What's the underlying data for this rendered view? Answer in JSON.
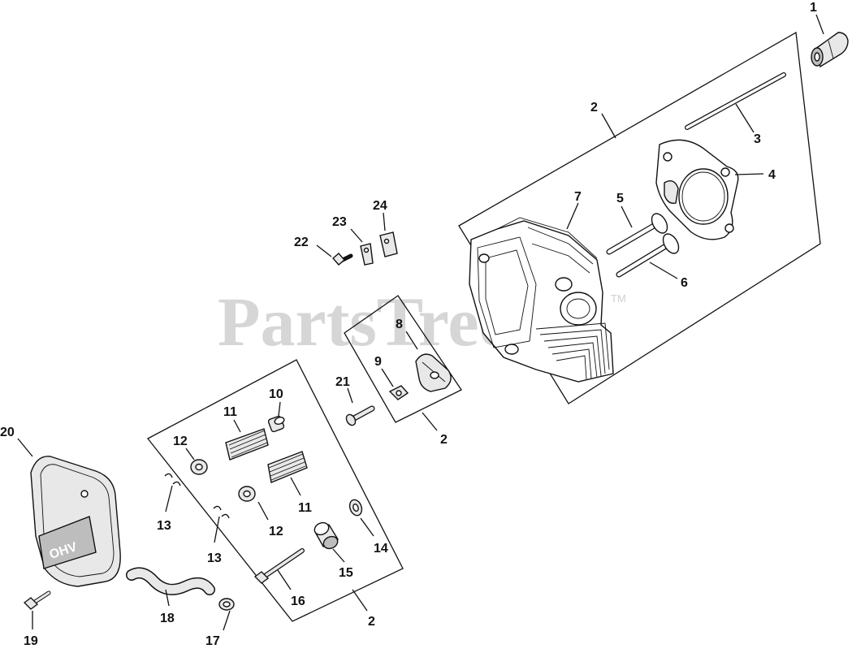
{
  "watermark": {
    "text": "PartsTree",
    "trademark": "TM"
  },
  "cover_badge": "OHV",
  "callouts": {
    "c1": "1",
    "c2a": "2",
    "c2b": "2",
    "c2c": "2",
    "c3": "3",
    "c4": "4",
    "c5": "5",
    "c6": "6",
    "c7": "7",
    "c8": "8",
    "c9": "9",
    "c10": "10",
    "c11a": "11",
    "c11b": "11",
    "c12a": "12",
    "c12b": "12",
    "c13a": "13",
    "c13b": "13",
    "c14": "14",
    "c15": "15",
    "c16": "16",
    "c17": "17",
    "c18": "18",
    "c19": "19",
    "c20": "20",
    "c21": "21",
    "c22": "22",
    "c23": "23",
    "c24": "24"
  }
}
